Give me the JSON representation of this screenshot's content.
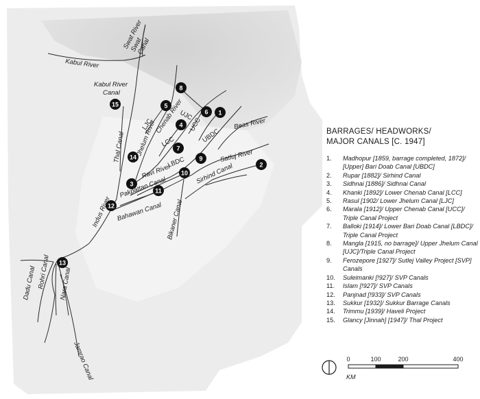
{
  "map": {
    "river_labels": [
      {
        "id": "kabul-river",
        "text": "Kabul River"
      },
      {
        "id": "swat-river",
        "text": "Swat River"
      },
      {
        "id": "swat-canal",
        "text": "Swat"
      },
      {
        "id": "swat-canal-2",
        "text": "Canal"
      },
      {
        "id": "kabul-river-canal-1",
        "text": "Kabul River"
      },
      {
        "id": "kabul-river-canal-2",
        "text": "Canal"
      },
      {
        "id": "ujc",
        "text": "UJC"
      },
      {
        "id": "ljc",
        "text": "LJC"
      },
      {
        "id": "chenab-river",
        "text": "Chenab River"
      },
      {
        "id": "ucc",
        "text": "UCC"
      },
      {
        "id": "beas-river",
        "text": "Beas River"
      },
      {
        "id": "ubdc",
        "text": "UBDC"
      },
      {
        "id": "thal-canal",
        "text": "Thal Canal"
      },
      {
        "id": "jhelum-river",
        "text": "Jhelum River"
      },
      {
        "id": "lcc",
        "text": "LCC"
      },
      {
        "id": "satluj-river",
        "text": "Satluj River"
      },
      {
        "id": "ravi-river",
        "text": "Ravi River"
      },
      {
        "id": "lbdc",
        "text": "LBDC"
      },
      {
        "id": "sirhind-canal",
        "text": "Sirhind Canal"
      },
      {
        "id": "pakpattan-canal",
        "text": "Pakpattan Canal"
      },
      {
        "id": "indus-river",
        "text": "Indus River"
      },
      {
        "id": "bahawan-canal",
        "text": "Bahawan Canal"
      },
      {
        "id": "bikaner-canal",
        "text": "Bikaner Canal"
      },
      {
        "id": "dadu-canal",
        "text": "Dadu Canal"
      },
      {
        "id": "rohri-canal",
        "text": "Rohri Canal"
      },
      {
        "id": "nara-canal",
        "text": "Nara Canal"
      },
      {
        "id": "jamrao-canal",
        "text": "Jamrao Canal"
      }
    ],
    "markers": [
      "1",
      "2",
      "3",
      "4",
      "5",
      "6",
      "7",
      "8",
      "9",
      "10",
      "11",
      "12",
      "13",
      "14",
      "15"
    ]
  },
  "legend": {
    "title_line1": "BARRAGES/ HEADWORKS/",
    "title_line2": "MAJOR CANALS [C. 1947]",
    "items": [
      {
        "num": "1.",
        "text": "Madhopur [1859, barrage completed, 1872]/ [Upper] Bari Doab Canal [UBDC]"
      },
      {
        "num": "2.",
        "text": "Rupar [1882]/ Sirhind Canal"
      },
      {
        "num": "3.",
        "text": "Sidhnai [1886]/ Sidhnai Canal"
      },
      {
        "num": "4.",
        "text": "Khanki [1892]/ Lower Chenab Canal [LCC]"
      },
      {
        "num": "5.",
        "text": "Rasul [1902/ Lower Jhelum Canal [LJC]"
      },
      {
        "num": "6.",
        "text": "Marala [1912]/ Upper Chenab Canal [UCC]/ Triple Canal Project"
      },
      {
        "num": "7.",
        "text": "Balloki [1914]/ Lower Bari Doab Canal [LBDC]/ Triple Canal Project"
      },
      {
        "num": "8.",
        "text": "Mangla [1915, no barrage]/ Upper Jhelum Canal [UJC]/Triple Canal Project"
      },
      {
        "num": "9.",
        "text": "Ferozepore [1927]/ Sutlej Valley Project [SVP] Canals"
      },
      {
        "num": "10.",
        "text": "Suleimanki [!927]/ SVP Canals"
      },
      {
        "num": "11.",
        "text": "Islam [!927]/ SVP Canals"
      },
      {
        "num": "12.",
        "text": "Panjnad [!933]/ SVP Canals"
      },
      {
        "num": "13.",
        "text": "Sukkur [1932]/ Sukkur Barrage Canals"
      },
      {
        "num": "14.",
        "text": "Trimmu [1939]/ Haveli Project"
      },
      {
        "num": "15.",
        "text": "Glancy [Jinnah] [1947]/ Thal Project"
      }
    ]
  },
  "scale": {
    "ticks": [
      "0",
      "100",
      "200",
      "400"
    ],
    "unit": "KM"
  },
  "colors": {
    "marker": "#111111",
    "river": "#2a2a2a",
    "terrain": "#e4e4e4"
  }
}
